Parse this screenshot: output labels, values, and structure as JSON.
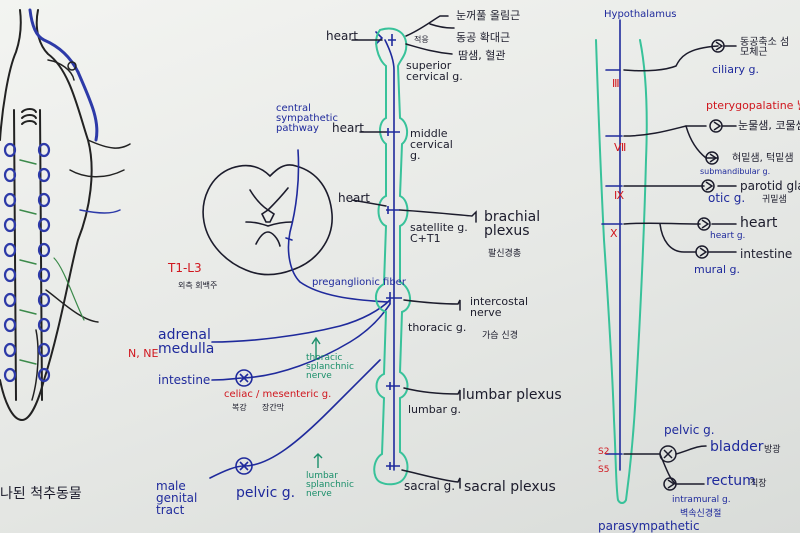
{
  "colors": {
    "ink_black": "#1c1c2c",
    "ink_blue": "#1f2a9c",
    "ink_red": "#d0161e",
    "ink_green": "#1a8f6a",
    "board": "#eceeeb"
  },
  "left_panel": {
    "caption_korean": "나된 척추동물"
  },
  "sympathetic": {
    "region_label": "T1-L3",
    "region_note": "외측 회백주",
    "central_pathway": "central sympathetic pathway",
    "targets": {
      "heart_1": "heart",
      "heart_2": "heart",
      "heart_3": "heart",
      "eye_1": "눈꺼풀 올림근",
      "eye_2": "동공 확대근",
      "eye_3": "땀샘, 혈관",
      "eye_note": "적응",
      "brachial_plexus": "brachial plexus",
      "brachial_ko": "팔신경총",
      "intercostal": "intercostal nerve",
      "intercostal_ko": "가슴 신경",
      "lumbar_plexus": "lumbar plexus",
      "sacral_plexus": "sacral plexus"
    },
    "ganglia": {
      "superior_cervical": "superior cervical g.",
      "middle_cervical": "middle cervical g.",
      "satellite": "satellite g. C+T1",
      "thoracic": "thoracic g.",
      "lumbar": "lumbar g.",
      "sacral": "sacral g."
    },
    "preganglionic_fiber": "preganglionic fiber",
    "adrenal_medulla": "adrenal medulla",
    "adrenal_tag": "N, NE",
    "intestine": "intestine",
    "celiac_ganglion": "celiac / mesenteric g.",
    "celiac_ko_1": "복강",
    "celiac_ko_2": "장간막",
    "thoracic_splanchnic": "thoracic splanchnic nerve",
    "male_genital_tract": "male genital tract",
    "pelvic_ganglion": "pelvic g.",
    "lumbar_splanchnic": "lumbar splanchnic nerve"
  },
  "parasympathetic": {
    "hypothalamus": "Hypothalamus",
    "cn_III": "Ⅲ",
    "cn_VII": "Ⅶ",
    "cn_IX": "Ⅸ",
    "cn_X": "X",
    "sacral_range": "S2 - S5",
    "ciliary_ganglion": "ciliary g.",
    "ciliary_targets": "동공축소 섬모체근",
    "pterygopalatine": "pterygopalatine 날개입천장",
    "lacrimal": "눈물샘, 코물샘",
    "submandibular_targets": "혀밑샘, 턱밑샘",
    "submandibular": "submandibular g.",
    "otic": "otic g.",
    "parotid": "parotid gland",
    "parotid_ko": "귀밑샘",
    "heart": "heart",
    "heart_g": "heart g.",
    "intestine": "intestine",
    "mural": "mural g.",
    "pelvic_ganglion": "pelvic g.",
    "bladder": "bladder",
    "bladder_ko": "방광",
    "rectum": "rectum",
    "rectum_ko": "직장",
    "intramural": "intramural g.",
    "intramural_ko": "벽속신경절",
    "bottom_title": "parasympathetic"
  }
}
